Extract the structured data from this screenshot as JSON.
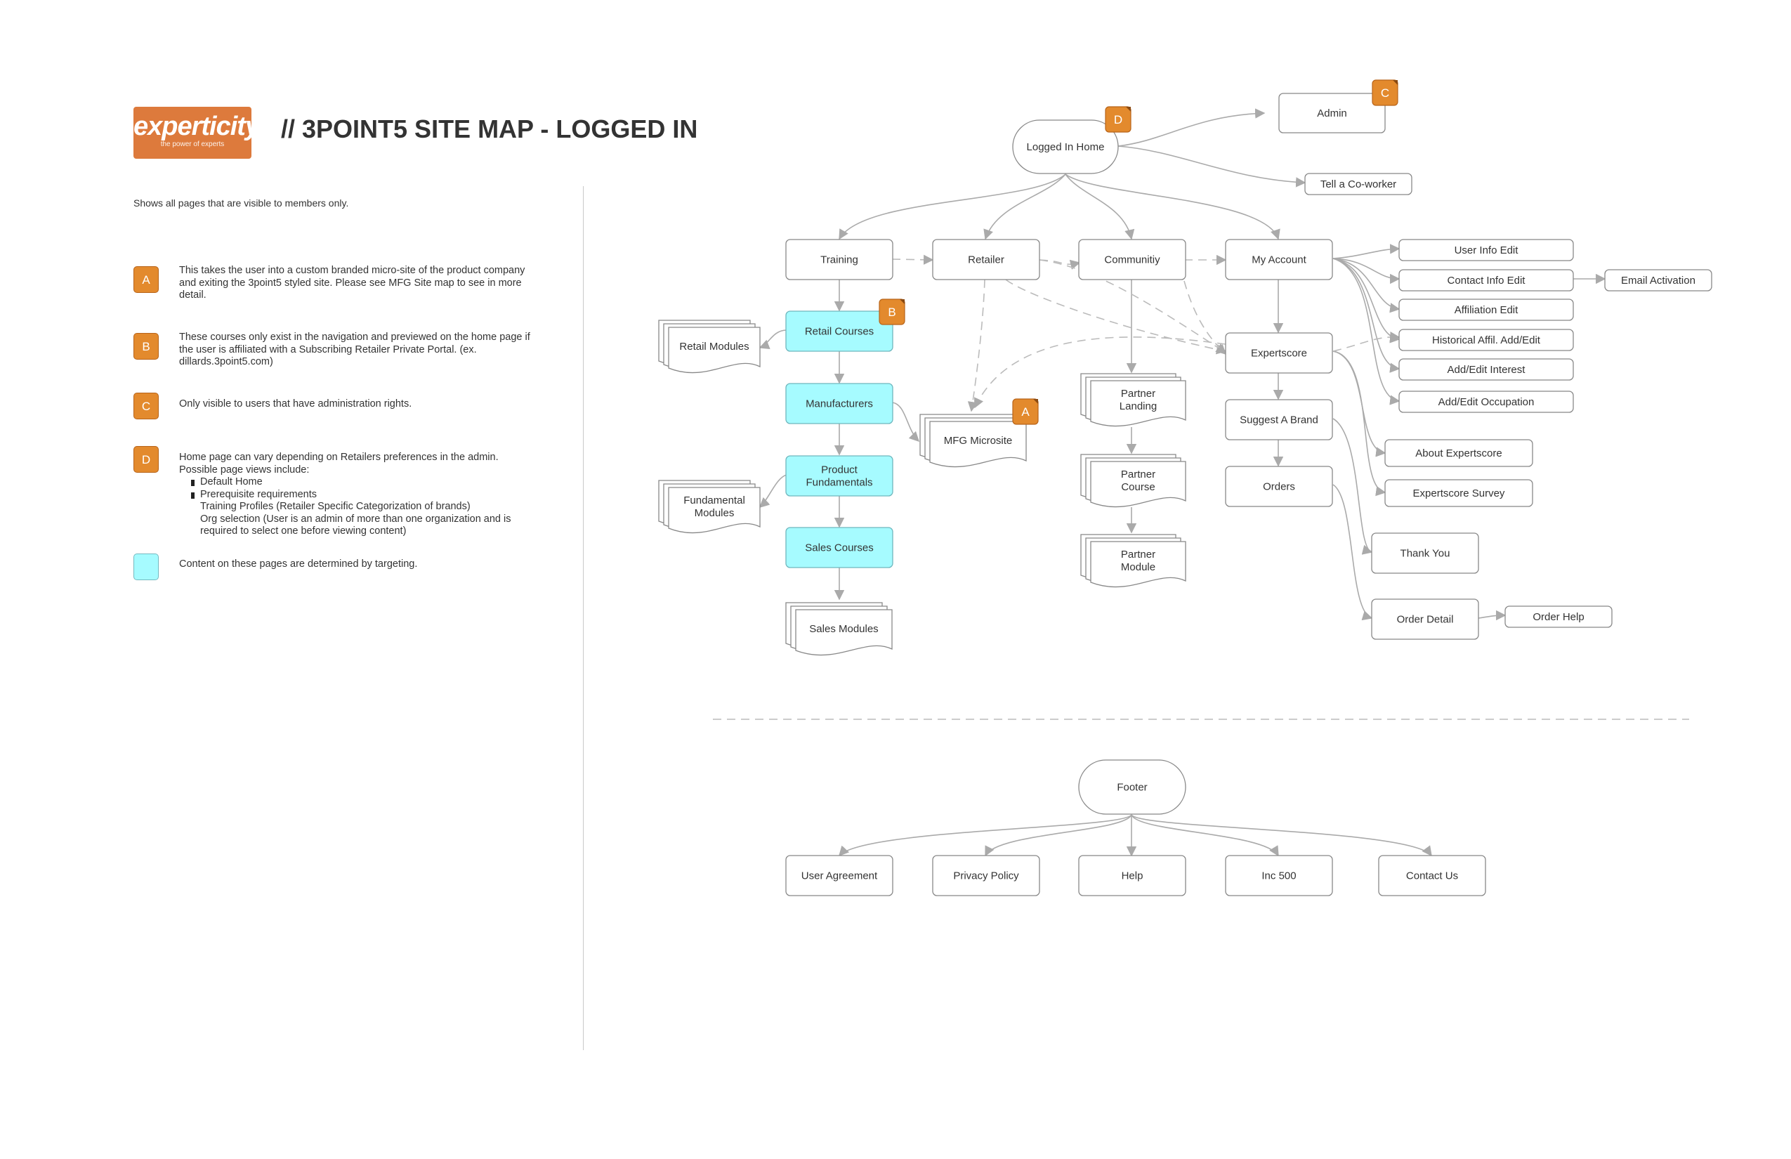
{
  "header": {
    "logo_word": "experticity",
    "logo_tagline": "the power of experts",
    "title": "// 3POINT5 SITE MAP - LOGGED IN",
    "subtitle": "Shows all pages that are visible to members only."
  },
  "legend": [
    {
      "badge": "A",
      "text": "This takes the user into a custom branded micro-site of the product company and exiting the 3point5 styled site.  Please see MFG Site map to see in more detail."
    },
    {
      "badge": "B",
      "text": "These courses only exist in the navigation and previewed on the home page if the user is affiliated with a Subscribing Retailer Private Portal. (ex. dillards.3point5.com)"
    },
    {
      "badge": "C",
      "text": "Only visible to users that have administration rights."
    },
    {
      "badge": "D",
      "text": "Home page can vary depending on Retailers preferences in the admin.",
      "text2": "Possible page views include:",
      "items": [
        "Default Home",
        "Prerequisite requirements",
        "Training Profiles (Retailer Specific Categorization of brands)",
        "Org selection (User is an admin of more than one organization and is required to select one before viewing content)"
      ]
    },
    {
      "badge": "",
      "text": "Content on these pages are determined by targeting."
    }
  ],
  "nodes": {
    "logged_in_home": "Logged In Home",
    "admin": "Admin",
    "tell_coworker": "Tell a Co-worker",
    "training": "Training",
    "retailer": "Retailer",
    "community": "Communitiy",
    "my_account": "My Account",
    "retail_courses": "Retail Courses",
    "retail_modules": "Retail Modules",
    "manufacturers": "Manufacturers",
    "mfg_microsite": "MFG Microsite",
    "product_fundamentals_1": "Product",
    "product_fundamentals_2": "Fundamentals",
    "fundamental_modules_1": "Fundamental",
    "fundamental_modules_2": "Modules",
    "sales_courses": "Sales Courses",
    "sales_modules": "Sales Modules",
    "partner_landing_1": "Partner",
    "partner_landing_2": "Landing",
    "partner_course_1": "Partner",
    "partner_course_2": "Course",
    "partner_module_1": "Partner",
    "partner_module_2": "Module",
    "expertscore": "Expertscore",
    "suggest_brand": "Suggest A Brand",
    "orders": "Orders",
    "user_info_edit": "User Info Edit",
    "contact_info_edit": "Contact Info Edit",
    "email_activation": "Email Activation",
    "affiliation_edit": "Affiliation Edit",
    "historical_affil": "Historical Affil. Add/Edit",
    "add_edit_interest": "Add/Edit Interest",
    "add_edit_occupation": "Add/Edit Occupation",
    "about_expertscore": "About Expertscore",
    "expertscore_survey": "Expertscore Survey",
    "thank_you": "Thank You",
    "order_detail": "Order Detail",
    "order_help": "Order Help",
    "footer": "Footer",
    "user_agreement": "User Agreement",
    "privacy_policy": "Privacy Policy",
    "help": "Help",
    "inc500": "Inc 500",
    "contact_us": "Contact Us"
  },
  "badges": {
    "a": "A",
    "b": "B",
    "c": "C",
    "d": "D"
  },
  "colors": {
    "accent_orange": "#e38a2d",
    "logo_orange": "#dd7a3c",
    "targeted_cyan": "#a6fbff",
    "connector": "#aaaaaa"
  }
}
